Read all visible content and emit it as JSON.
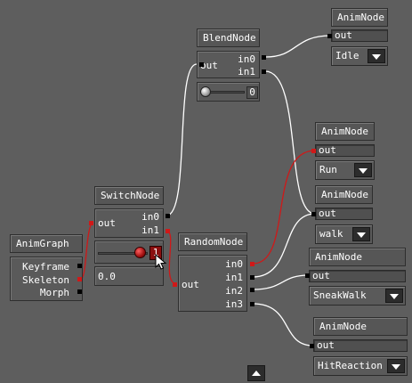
{
  "nodes": {
    "anim_graph": {
      "title": "AnimGraph",
      "outputs": [
        "Keyframe",
        "Skeleton",
        "Morph"
      ]
    },
    "switch_node": {
      "title": "SwitchNode",
      "output": "out",
      "inputs": [
        "in0",
        "in1"
      ],
      "toggle_value": "1",
      "number_value": "0.0"
    },
    "blend_node": {
      "title": "BlendNode",
      "output": "out",
      "inputs": [
        "in0",
        "in1"
      ],
      "slider_value": "0"
    },
    "random_node": {
      "title": "RandomNode",
      "output": "out",
      "inputs": [
        "in0",
        "in1",
        "in2",
        "in3"
      ]
    },
    "anim_nodes": [
      {
        "title": "AnimNode",
        "output": "out",
        "clip": "Idle"
      },
      {
        "title": "AnimNode",
        "output": "out",
        "clip": "Run"
      },
      {
        "title": "AnimNode",
        "output": "out",
        "clip": "walk"
      },
      {
        "title": "AnimNode",
        "output": "out",
        "clip": "SneakWalk"
      },
      {
        "title": "AnimNode",
        "output": "out",
        "clip": "HitReaction"
      }
    ]
  },
  "colors": {
    "background": "#5e5e5e",
    "active_wire": "#d01818",
    "idle_wire": "#ffffff",
    "toggle_active": "#8b1010"
  },
  "icons": [
    "chevron-down-icon",
    "chevron-up-icon",
    "cursor-arrow-icon",
    "record-dot-icon"
  ]
}
